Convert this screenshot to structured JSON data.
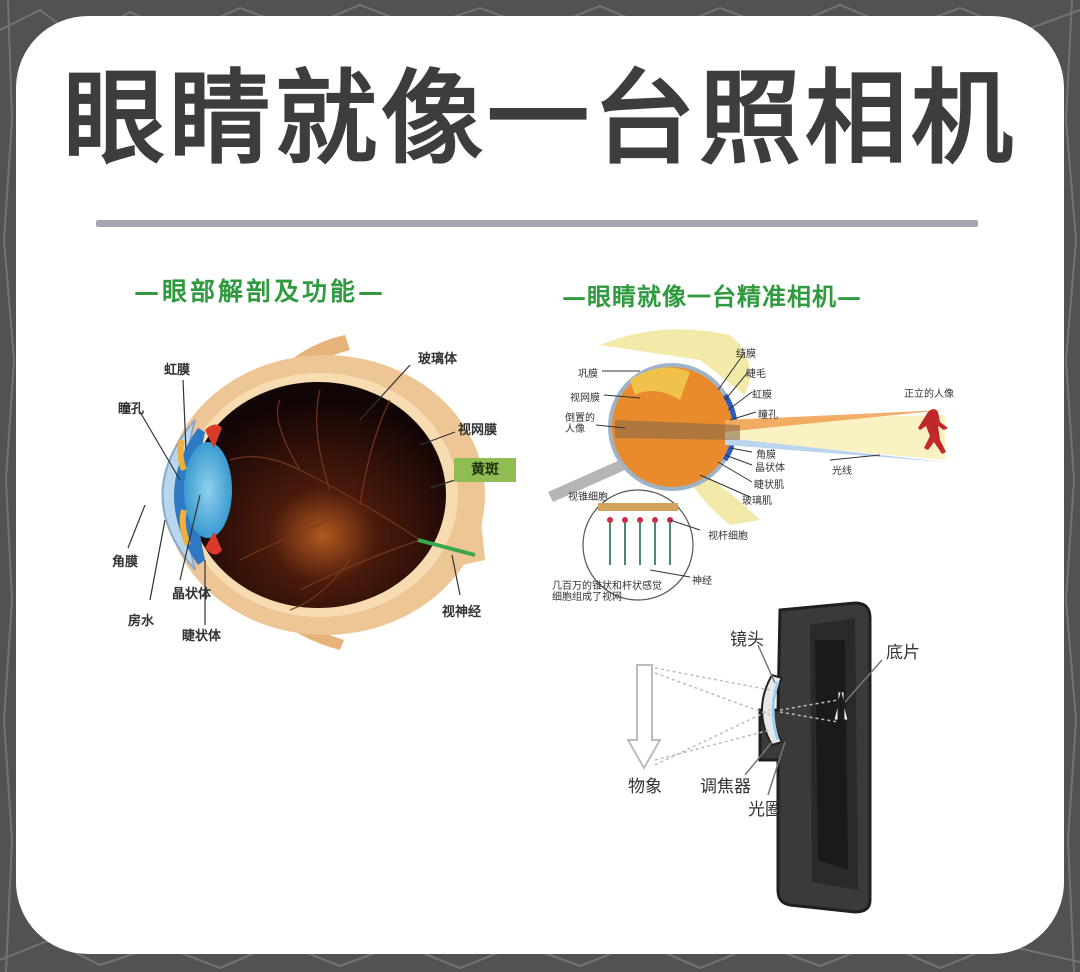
{
  "title": "眼睛就像一台照相机",
  "colors": {
    "background": "#525252",
    "card": "#ffffff",
    "title_text": "#3d3d3d",
    "divider": "#a7a3b2",
    "subtitle_green": "#2f9a3e",
    "macula_box": "#8fbd52"
  },
  "left_diagram": {
    "subtitle": "—眼部解剖及功能—",
    "labels": {
      "iris": "虹膜",
      "pupil": "瞳孔",
      "cornea": "角膜",
      "lens": "晶状体",
      "aqueous_humor": "房水",
      "ciliary_body": "睫状体",
      "vitreous_body": "玻璃体",
      "retina": "视网膜",
      "macula": "黄斑",
      "optic_nerve": "视神经"
    }
  },
  "right_diagram": {
    "subtitle": "—眼睛就像一台精准相机—",
    "eye_labels": {
      "sclera": "巩膜",
      "retina": "视网膜",
      "inverted_image": "倒置的人像",
      "conjunctiva": "结膜",
      "eyelash": "睫毛",
      "iris": "虹膜",
      "pupil": "瞳孔",
      "cornea": "角膜",
      "lens": "晶状体",
      "ciliary_muscle": "睫状肌",
      "vitreous": "玻璃肌",
      "upright_image": "正立的人像",
      "light_rays": "光线",
      "cone_cells": "视锥细胞",
      "rod_cells": "视杆细胞",
      "nerve": "神经",
      "retina_note_line1": "几百万的锥状和杆状感觉",
      "retina_note_line2": "细胞组成了视网"
    },
    "camera_labels": {
      "lens": "镜头",
      "film": "底片",
      "object": "物象",
      "focuser": "调焦器",
      "aperture": "光圈"
    }
  }
}
